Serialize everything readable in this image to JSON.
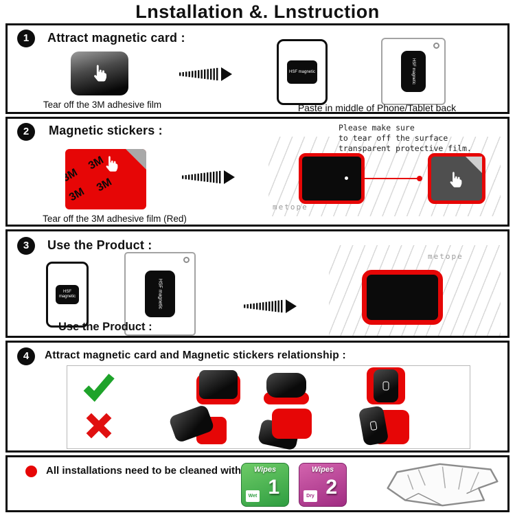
{
  "title": "Lnstallation &. Lnstruction",
  "step1": {
    "number": "1",
    "heading": "Attract magnetic card :",
    "caption_left": "Tear off the 3M adhesive film",
    "caption_right": "Paste in middle of Phone/Tablet back",
    "phone_chip_label": "HSF magnetic",
    "card_chip_label": "HSF magnetic"
  },
  "step2": {
    "number": "2",
    "heading": "Magnetic stickers :",
    "caption_left": "Tear off the 3M adhesive film (Red)",
    "film_brand": "3M",
    "note": "Please make sure\nto tear off the surface\ntransparent protective film.",
    "wall_label": "metope"
  },
  "step3": {
    "number": "3",
    "heading": "Use the Product :",
    "caption_bottom": "Use the Product :",
    "wall_label": "metope",
    "phone_chip_label": "HSF magnetic",
    "card_chip_label": "HSF magnetic"
  },
  "step4": {
    "number": "4",
    "heading": "Attract magnetic card and Magnetic stickers relationship :"
  },
  "step5": {
    "text": "All installations need to be cleaned with Wipes.",
    "wipes": [
      {
        "brand": "Wipes",
        "number": "1",
        "type": "Wet"
      },
      {
        "brand": "Wipes",
        "number": "2",
        "type": "Dry"
      }
    ]
  },
  "colors": {
    "accent_red": "#e60606",
    "check_green": "#1ea32a",
    "cross_red": "#e01010",
    "wipes_green": "#2f9e41",
    "wipes_pink": "#a02c82",
    "border_black": "#0d0d0d"
  },
  "icons": {
    "hand": "click-hand-icon",
    "arrow": "crescendo-transition-arrow-icon",
    "check": "green-checkmark-icon",
    "cross": "red-cross-icon",
    "bullet": "red-dot-bullet"
  }
}
